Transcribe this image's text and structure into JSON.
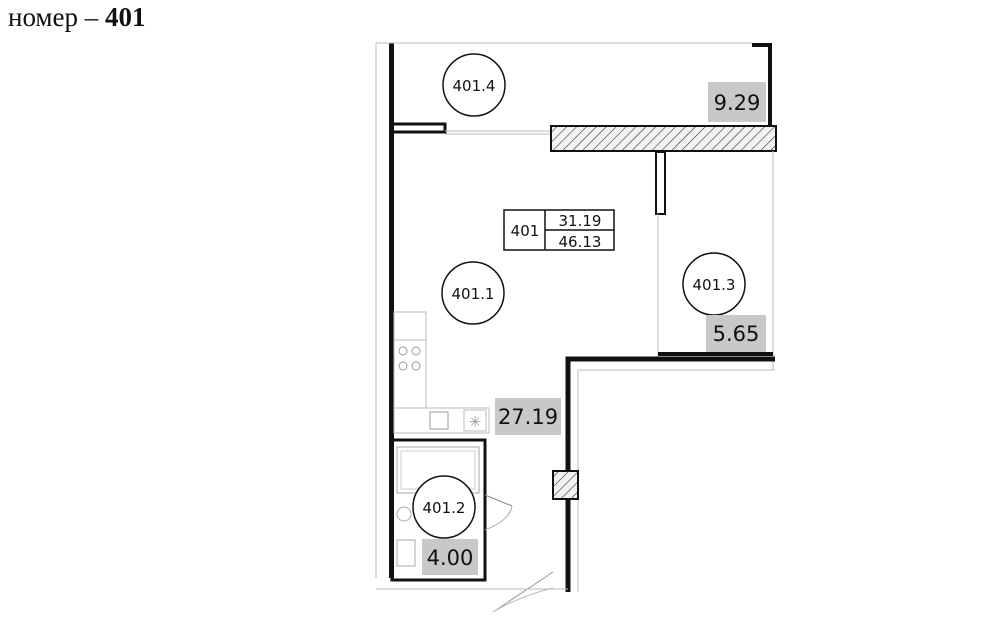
{
  "header": {
    "prefix": "номер –",
    "number": "401"
  },
  "apartment": {
    "number": "401",
    "living_area": "31.19",
    "total_area": "46.13"
  },
  "rooms": [
    {
      "id": "401.4",
      "area": "9.29"
    },
    {
      "id": "401.1",
      "area": "27.19"
    },
    {
      "id": "401.3",
      "area": "5.65"
    },
    {
      "id": "401.2",
      "area": "4.00"
    }
  ],
  "colors": {
    "wall": "#111111",
    "area_badge": "#c8c8c8",
    "thin_line": "#b8b8b8"
  }
}
